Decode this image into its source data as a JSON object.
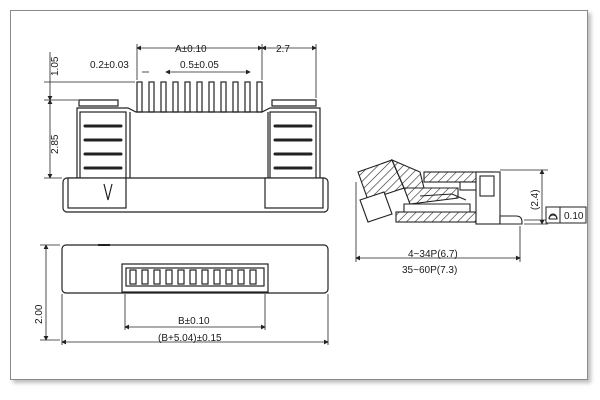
{
  "top_view": {
    "dim_pitch_total": "A±0.10",
    "dim_right": "2.7",
    "dim_pin_width": "0.2±0.03",
    "dim_pitch": "0.5±0.05",
    "dim_height_top": "1.05",
    "dim_height_body": "2.85"
  },
  "bottom_view": {
    "dim_b": "B±0.10",
    "dim_total": "(B+5.04)±0.15",
    "dim_depth": "2.00"
  },
  "side_view": {
    "dim_height": "(2.4)",
    "flatness_value": "0.10",
    "dim_len_small": "4~34P(6.7)",
    "dim_len_large": "35~60P(7.3)"
  }
}
